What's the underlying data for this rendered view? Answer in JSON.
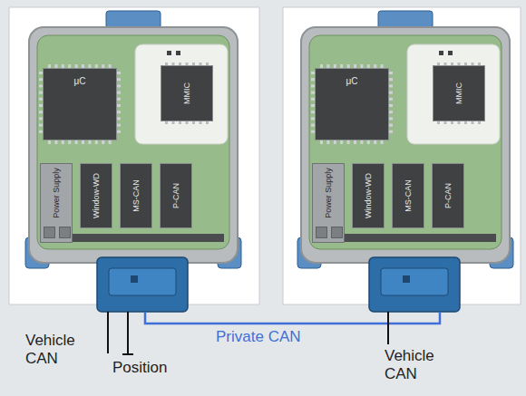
{
  "diagram": {
    "nodes": [
      {
        "text": [
          "μC"
        ]
      },
      {
        "text": [
          "MMIC"
        ]
      },
      {
        "text": [
          "Power Supply"
        ]
      },
      {
        "text": [
          "Window-WD"
        ]
      },
      {
        "text": [
          "MS-CAN"
        ]
      },
      {
        "text": [
          "P-CAN"
        ]
      },
      {
        "text": [
          "μC"
        ]
      },
      {
        "text": [
          "MMIC"
        ]
      },
      {
        "text": [
          "Power Supply"
        ]
      },
      {
        "text": [
          "Window-WD"
        ]
      },
      {
        "text": [
          "MS-CAN"
        ]
      },
      {
        "text": [
          "P-CAN"
        ]
      }
    ],
    "labels": [
      "Vehicle CAN",
      "Position",
      "Private CAN",
      "Vehicle CAN"
    ]
  }
}
